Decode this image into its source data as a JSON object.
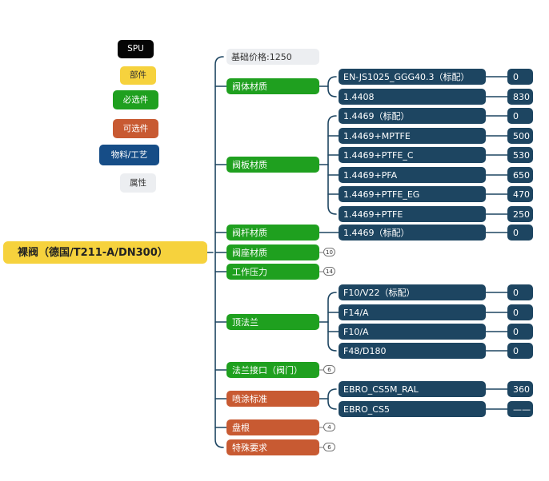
{
  "legend": {
    "spu": "SPU",
    "part": "部件",
    "required": "必选件",
    "optional": "可选件",
    "material": "物料/工艺",
    "attribute": "属性"
  },
  "colors": {
    "spu": "#050505",
    "part": "#f6d23d",
    "required": "#1fa01f",
    "optional": "#c85a32",
    "material": "#164d87",
    "attribute": "#eceef1",
    "value": "#1d4561",
    "connector": "#1d4561"
  },
  "root": {
    "label": "裸阀（德国/T211-A/DN300）"
  },
  "base_price": {
    "label": "基础价格:1250"
  },
  "branches": {
    "body": {
      "label": "阀体材质",
      "options": [
        {
          "label": "EN-JS1025_GGG40.3（标配）",
          "price": "0"
        },
        {
          "label": "1.4408",
          "price": "830"
        }
      ]
    },
    "disc": {
      "label": "阀板材质",
      "options": [
        {
          "label": "1.4469（标配）",
          "price": "0"
        },
        {
          "label": "1.4469+MPTFE",
          "price": "500"
        },
        {
          "label": "1.4469+PTFE_C",
          "price": "530"
        },
        {
          "label": "1.4469+PFA",
          "price": "650"
        },
        {
          "label": "1.4469+PTFE_EG",
          "price": "470"
        },
        {
          "label": "1.4469+PTFE",
          "price": "250"
        }
      ]
    },
    "stem": {
      "label": "阀杆材质",
      "options": [
        {
          "label": "1.4469（标配）",
          "price": "0"
        }
      ]
    },
    "seat": {
      "label": "阀座材质",
      "count": "10"
    },
    "pressure": {
      "label": "工作压力",
      "count": "14"
    },
    "flange": {
      "label": "顶法兰",
      "options": [
        {
          "label": "F10/V22（标配）",
          "price": "0"
        },
        {
          "label": "F14/A",
          "price": "0"
        },
        {
          "label": "F10/A",
          "price": "0"
        },
        {
          "label": "F48/D180",
          "price": "0"
        }
      ]
    },
    "interface": {
      "label": "法兰接口（阀门）",
      "count": "6"
    },
    "coating": {
      "label": "喷涂标准",
      "options": [
        {
          "label": "EBRO_CS5M_RAL",
          "price": "360"
        },
        {
          "label": "EBRO_CS5",
          "price": "——"
        }
      ]
    },
    "packing": {
      "label": "盘根",
      "count": "4"
    },
    "special": {
      "label": "特殊要求",
      "count": "6"
    }
  }
}
